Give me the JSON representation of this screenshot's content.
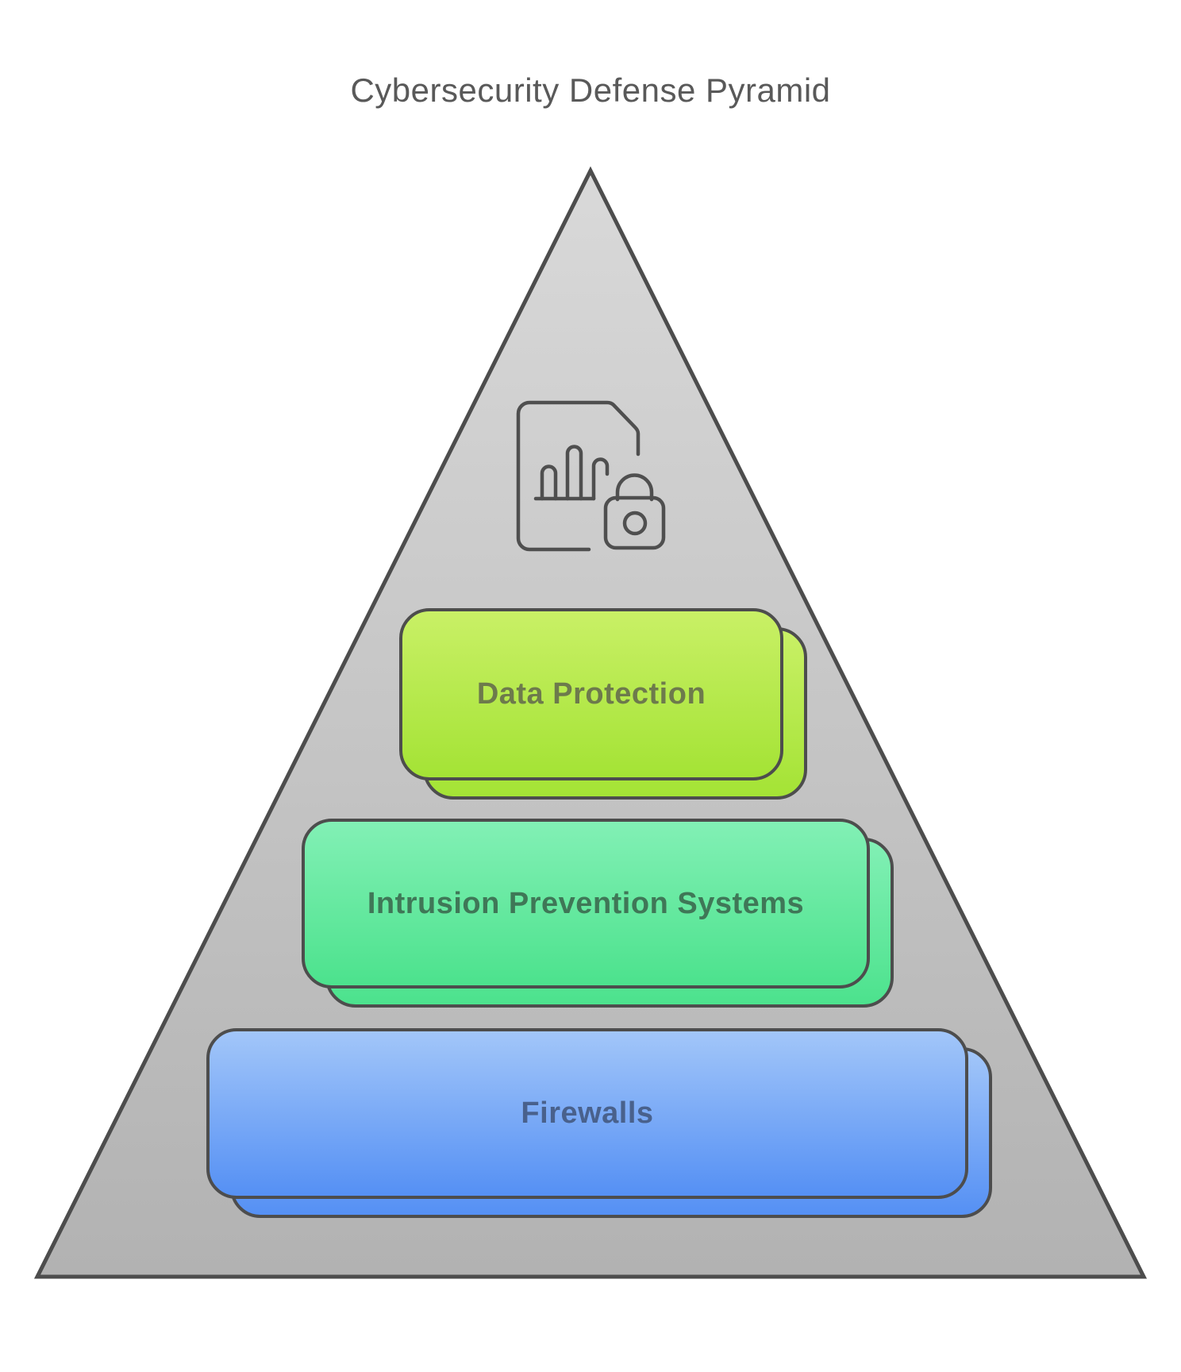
{
  "title": "Cybersecurity Defense Pyramid",
  "title_color": "#595959",
  "pyramid": {
    "shape": "triangle",
    "fill_top": "#d9d9d9",
    "fill_bottom": "#b2b2b2",
    "stroke": "#4d4d4d",
    "icon": {
      "name": "secure-data-report-icon",
      "description": "document with bar chart and padlock",
      "stroke": "#4f4f4f"
    },
    "levels": [
      {
        "label": "Data Protection",
        "fill_top": "#c9f066",
        "fill_bottom": "#a4e335",
        "text_color": "#6d7a4c",
        "border": "#4d4d4d"
      },
      {
        "label": "Intrusion Prevention Systems",
        "fill_top": "#82f0b5",
        "fill_bottom": "#4ce28d",
        "text_color": "#3f7757",
        "border": "#4d4d4d"
      },
      {
        "label": "Firewalls",
        "fill_top": "#a2c6f9",
        "fill_bottom": "#5590f4",
        "text_color": "#49618c",
        "border": "#4d4d4d"
      }
    ]
  }
}
